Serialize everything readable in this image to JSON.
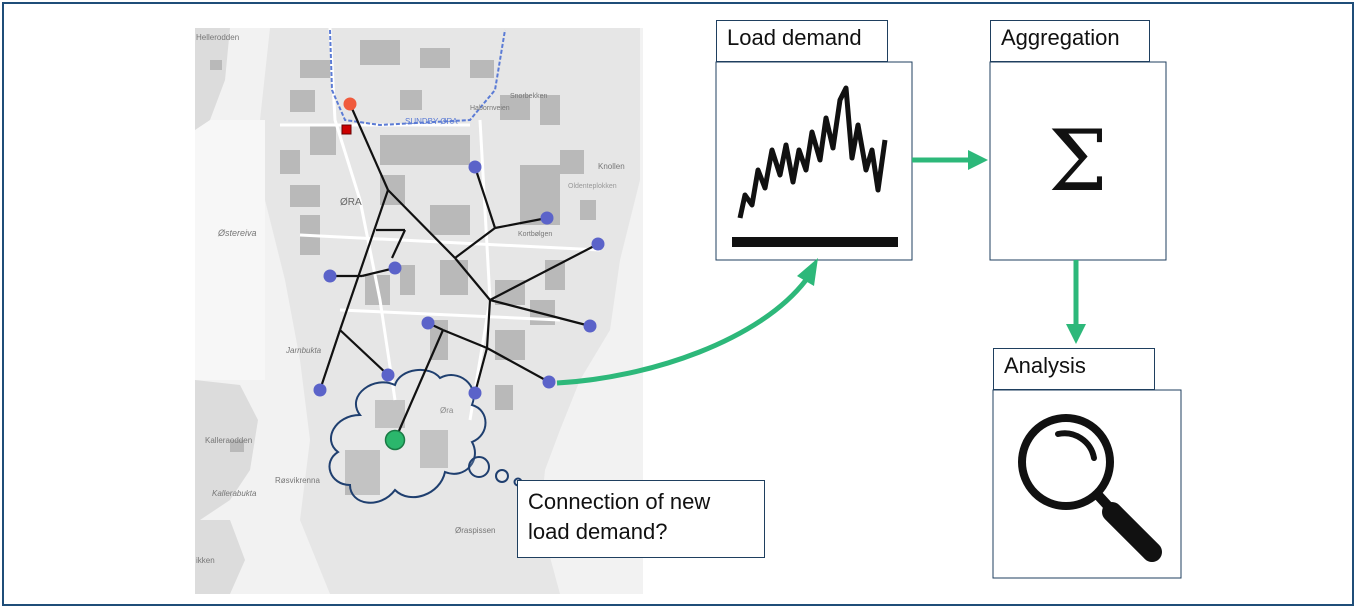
{
  "map": {
    "labels": {
      "ora": "ØRA",
      "ostereiva": "Østereiva",
      "jarnbukta": "Jarnbukta",
      "rosvikrenna": "Røsvikrenna",
      "kalleraodden": "Kalleraodden",
      "kallerabukta": "Kallerabukta",
      "sundby": "SUNDBY-ØRA",
      "oraspissen": "Øraspissen",
      "oldenteplokken": "Oldenteplokken",
      "knollen": "Knollen",
      "kortbolgen": "Kortbølgen",
      "ora_small": "Øra",
      "hafnerveien": "Habornveien",
      "snorbekk": "Snorbekken",
      "hellerodden": "Hellerodden",
      "ikken": "ikken"
    }
  },
  "callout": {
    "line1": "Connection of new",
    "line2": "load demand?"
  },
  "boxes": {
    "load_demand": "Load demand",
    "aggregation": "Aggregation",
    "sigma": "Σ",
    "analysis": "Analysis"
  },
  "colors": {
    "frame": "#1f4e79",
    "arrow": "#2db87a",
    "node": "#5b63c9",
    "new_node": "#2bb76c",
    "source_node": "#f05a3c",
    "cloud": "#1f3f6f"
  }
}
